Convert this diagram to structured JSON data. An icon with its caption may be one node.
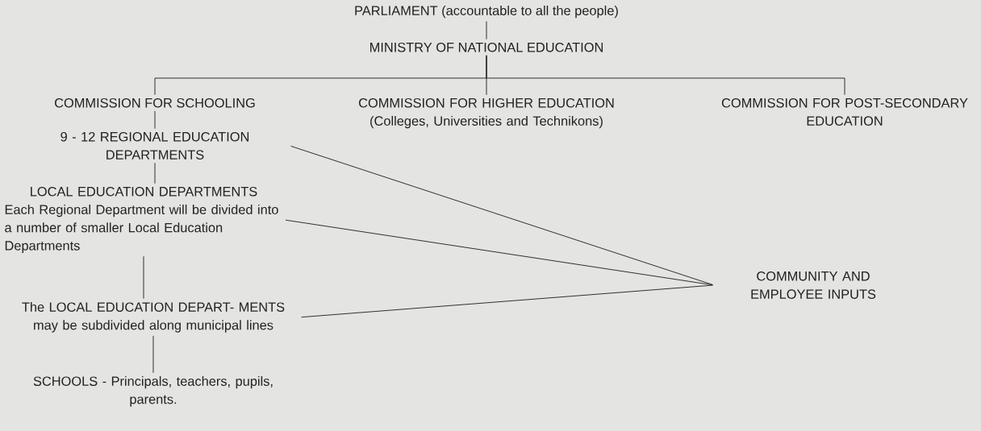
{
  "diagram": {
    "nodes": [
      {
        "text": [
          "PARLIAMENT (accountable to all the people)"
        ]
      },
      {
        "text": [
          "MINISTRY OF NATIONAL EDUCATION"
        ]
      },
      {
        "text": [
          "COMMISSION FOR SCHOOLING"
        ]
      },
      {
        "text": [
          "COMMISSION FOR HIGHER EDUCATION (Colleges, Universities and Technikons)"
        ]
      },
      {
        "text": [
          "COMMISSION FOR POST-SECONDARY EDUCATION"
        ]
      },
      {
        "text": [
          "9 - 12 REGIONAL EDUCATION DEPARTMENTS"
        ]
      },
      {
        "text": [
          "LOCAL EDUCATION DEPARTMENTS",
          "Each Regional Department will be divided into a number of smaller Local Education Departments"
        ]
      },
      {
        "text": [
          "The LOCAL EDUCATION DEPART- MENTS may be subdivided along municipal lines"
        ]
      },
      {
        "text": [
          "SCHOOLS - Principals, teachers, pupils, parents."
        ]
      },
      {
        "text": [
          "COMMUNITY AND EMPLOYEE INPUTS"
        ]
      }
    ],
    "edges": [
      {
        "from": 0,
        "to": 1,
        "arrow": "none"
      },
      {
        "from": 1,
        "to": 2,
        "arrow": "none"
      },
      {
        "from": 1,
        "to": 3,
        "arrow": "none"
      },
      {
        "from": 1,
        "to": 4,
        "arrow": "none"
      },
      {
        "from": 2,
        "to": 5,
        "arrow": "none"
      },
      {
        "from": 5,
        "to": 6,
        "arrow": "none"
      },
      {
        "from": 6,
        "to": 7,
        "arrow": "none"
      },
      {
        "from": 7,
        "to": 8,
        "arrow": "none"
      },
      {
        "from": 5,
        "to": 9,
        "arrow": "none"
      },
      {
        "from": 6,
        "to": 9,
        "arrow": "none"
      },
      {
        "from": 7,
        "to": 9,
        "arrow": "none"
      }
    ]
  }
}
